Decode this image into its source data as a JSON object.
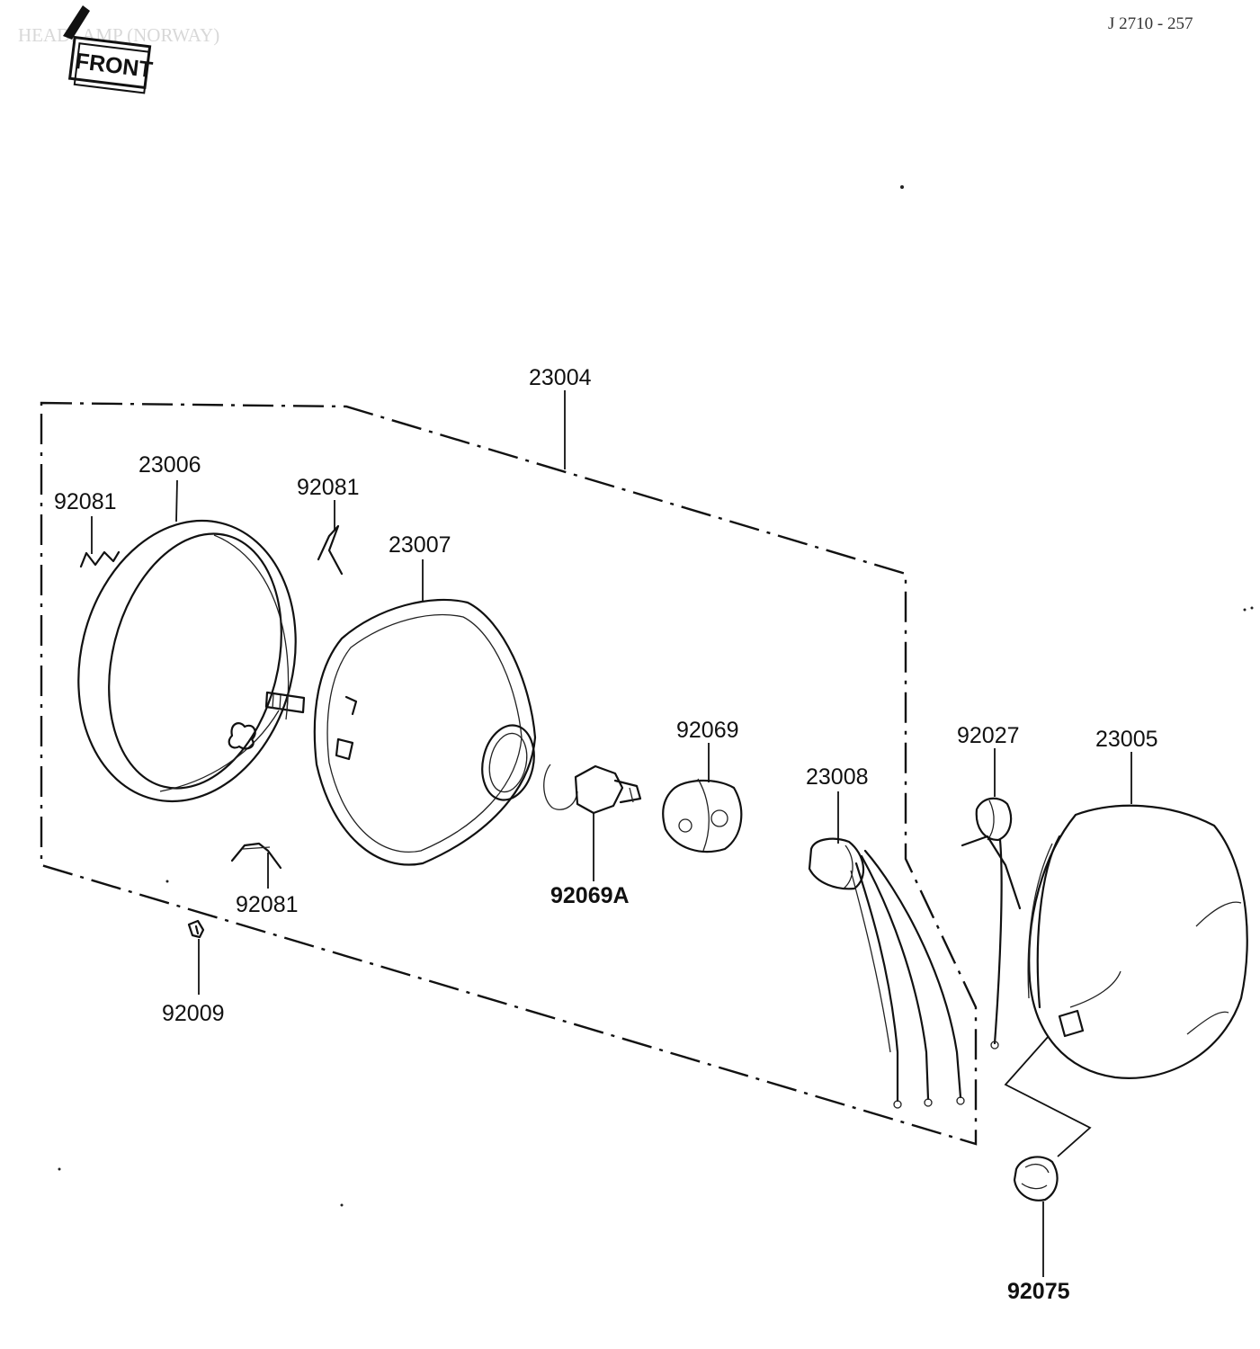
{
  "header": {
    "ghost_title": "HEADLAMP (NORWAY)",
    "front_label": "FRONT",
    "reference_code": "J 2710 - 257"
  },
  "parts": {
    "p23004": "23004",
    "p23006": "23006",
    "p92081_left": "92081",
    "p92081_top": "92081",
    "p92081_bottom": "92081",
    "p23007": "23007",
    "p92069": "92069",
    "p92069A": "92069A",
    "p23008": "23008",
    "p92027": "92027",
    "p23005": "23005",
    "p92009": "92009",
    "p92075": "92075"
  }
}
